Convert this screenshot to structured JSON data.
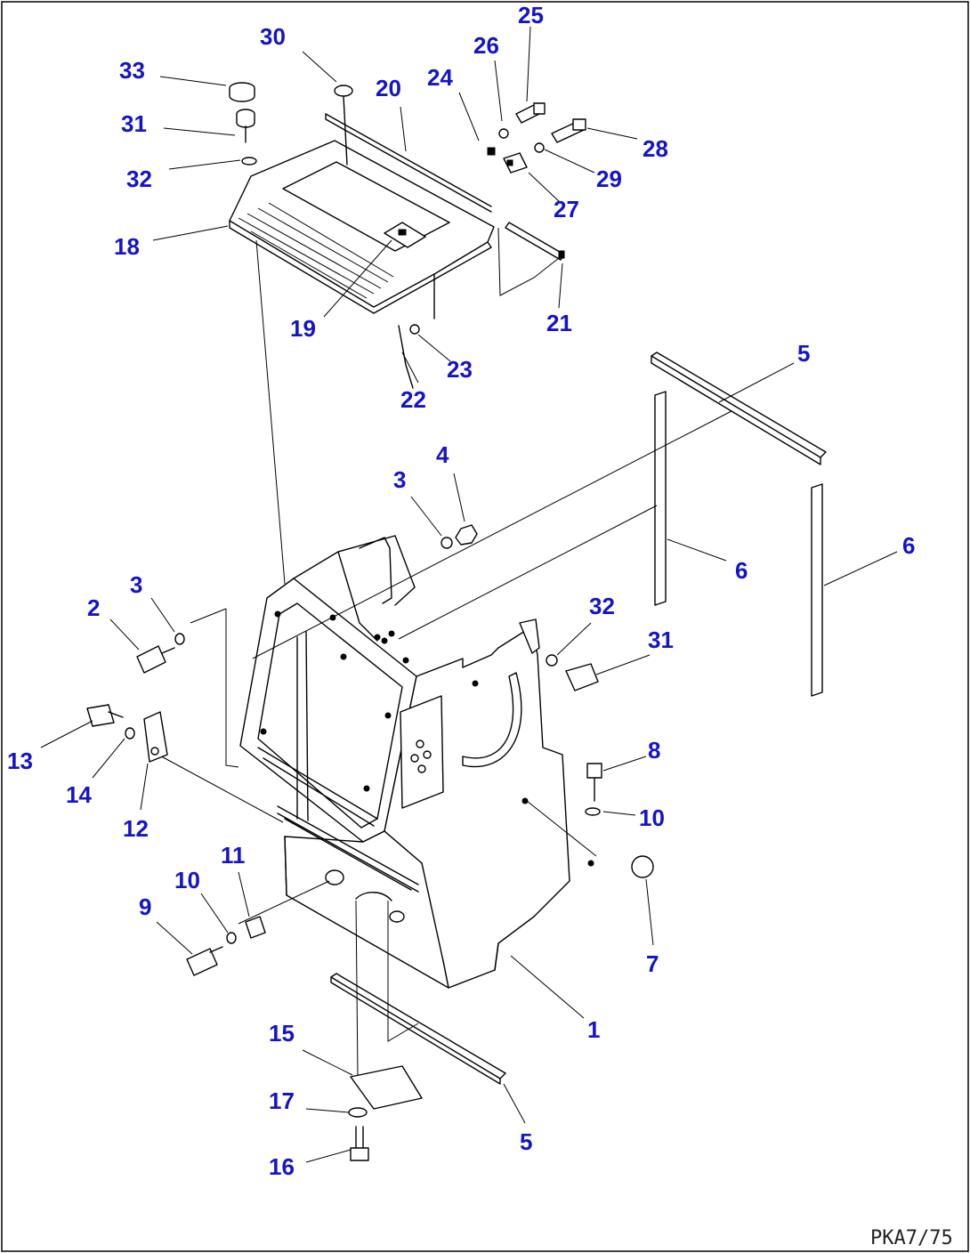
{
  "diagram_code": "PKA7/75",
  "callouts": [
    {
      "id": "c33",
      "label": "33"
    },
    {
      "id": "c30",
      "label": "30"
    },
    {
      "id": "c31a",
      "label": "31"
    },
    {
      "id": "c32a",
      "label": "32"
    },
    {
      "id": "c20",
      "label": "20"
    },
    {
      "id": "c24",
      "label": "24"
    },
    {
      "id": "c26",
      "label": "26"
    },
    {
      "id": "c25",
      "label": "25"
    },
    {
      "id": "c28",
      "label": "28"
    },
    {
      "id": "c29",
      "label": "29"
    },
    {
      "id": "c27",
      "label": "27"
    },
    {
      "id": "c18",
      "label": "18"
    },
    {
      "id": "c19",
      "label": "19"
    },
    {
      "id": "c21",
      "label": "21"
    },
    {
      "id": "c23",
      "label": "23"
    },
    {
      "id": "c22",
      "label": "22"
    },
    {
      "id": "c5a",
      "label": "5"
    },
    {
      "id": "c4",
      "label": "4"
    },
    {
      "id": "c3a",
      "label": "3"
    },
    {
      "id": "c3b",
      "label": "3"
    },
    {
      "id": "c2",
      "label": "2"
    },
    {
      "id": "c6a",
      "label": "6"
    },
    {
      "id": "c6b",
      "label": "6"
    },
    {
      "id": "c32b",
      "label": "32"
    },
    {
      "id": "c31b",
      "label": "31"
    },
    {
      "id": "c13",
      "label": "13"
    },
    {
      "id": "c14",
      "label": "14"
    },
    {
      "id": "c12",
      "label": "12"
    },
    {
      "id": "c8",
      "label": "8"
    },
    {
      "id": "c10a",
      "label": "10"
    },
    {
      "id": "c11",
      "label": "11"
    },
    {
      "id": "c10b",
      "label": "10"
    },
    {
      "id": "c9",
      "label": "9"
    },
    {
      "id": "c7",
      "label": "7"
    },
    {
      "id": "c1",
      "label": "1"
    },
    {
      "id": "c15",
      "label": "15"
    },
    {
      "id": "c17",
      "label": "17"
    },
    {
      "id": "c16",
      "label": "16"
    },
    {
      "id": "c5b",
      "label": "5"
    }
  ]
}
